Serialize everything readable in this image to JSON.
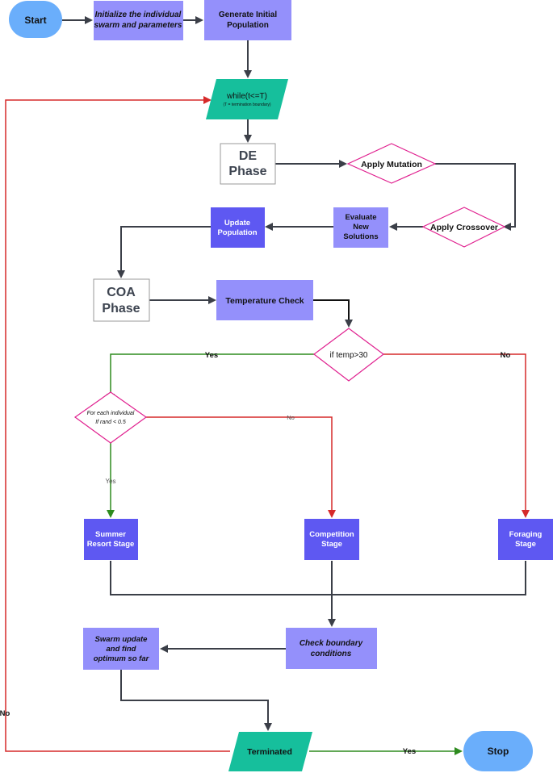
{
  "colors": {
    "terminal": "#6aaefb",
    "process_light": "#9490fb",
    "process_dark": "#5e58f2",
    "loop": "#16bf9c",
    "decision_border": "#e0208f",
    "arrow_dark": "#3b3f48",
    "arrow_red": "#d62a2a",
    "arrow_green": "#2e8b1f",
    "phase_text": "#3d4450"
  },
  "nodes": {
    "start": "Start",
    "init": [
      "Initialize the individual",
      "swarm and parameters"
    ],
    "generate": [
      "Generate Initial",
      "Population"
    ],
    "while_main": "while(t<=T)",
    "while_sub": "(T = termination boundary)",
    "de_phase": [
      "DE",
      "Phase"
    ],
    "mutation": "Apply Mutation",
    "crossover": "Apply Crossover",
    "evaluate": [
      "Evaluate",
      "New",
      "Solutions"
    ],
    "update": [
      "Update",
      "Population"
    ],
    "coa_phase": [
      "COA",
      "Phase"
    ],
    "temp_check": "Temperature Check",
    "temp_decision": "if temp>30",
    "rand_decision": [
      "For each individual",
      "If rand < 0.5"
    ],
    "summer": [
      "Summer",
      "Resort Stage"
    ],
    "competition": [
      "Competition",
      "Stage"
    ],
    "foraging": [
      "Foraging",
      "Stage"
    ],
    "boundary": [
      "Check boundary",
      "conditions"
    ],
    "swarm_update": [
      "Swarm update",
      "and find",
      "optimum so far"
    ],
    "terminated": "Terminated",
    "stop": "Stop"
  },
  "edge_labels": {
    "temp_yes": "Yes",
    "temp_no": "No",
    "rand_yes": "Yes",
    "rand_no": "No",
    "term_yes": "Yes",
    "term_no": "No"
  }
}
